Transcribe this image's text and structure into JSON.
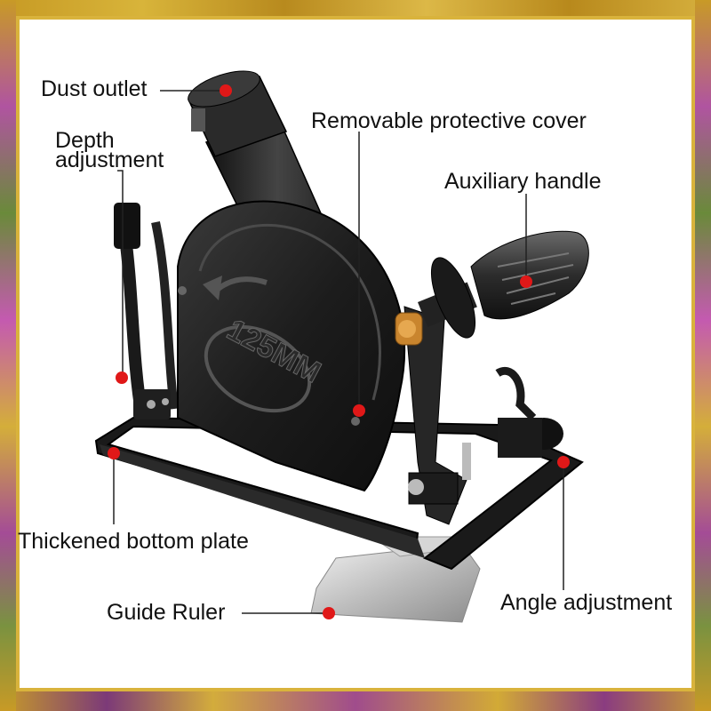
{
  "labels": {
    "dust_outlet": "Dust outlet",
    "depth_adjustment_line1": "Depth",
    "depth_adjustment_line2": "adjustment",
    "removable_cover": "Removable protective cover",
    "auxiliary_handle": "Auxiliary handle",
    "thickened_plate": "Thickened bottom plate",
    "guide_ruler": "Guide Ruler",
    "angle_adjustment": "Angle adjustment"
  },
  "blade_marking": "125MM",
  "colors": {
    "marker": "#e01818",
    "body": "#1b1b1b",
    "brass": "#c9852e",
    "frame_gold": "#d9b33c",
    "frame_purple": "#b054a0"
  }
}
